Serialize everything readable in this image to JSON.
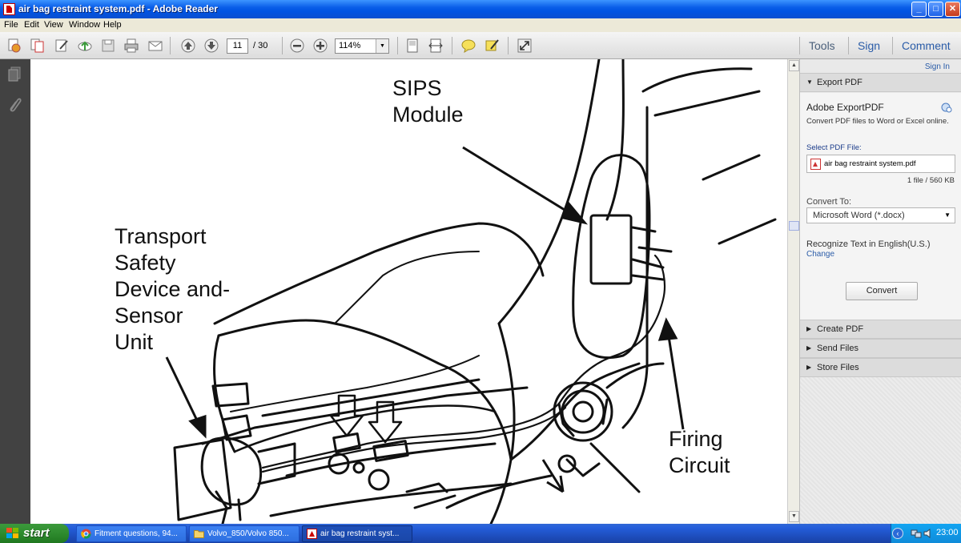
{
  "window": {
    "title": "air bag restraint system.pdf - Adobe Reader",
    "controls": {
      "minimize": "_",
      "maximize": "□",
      "close": "✕"
    }
  },
  "menu": [
    "File",
    "Edit",
    "View",
    "Window",
    "Help"
  ],
  "toolbar": {
    "page_current": "11",
    "page_total": "/ 30",
    "zoom": "114%",
    "tools_label": "Tools",
    "sign_label": "Sign",
    "comment_label": "Comment"
  },
  "document": {
    "labels": {
      "sips": "SIPS\nModule",
      "transport": "Transport\nSafety\nDevice and-\nSensor\nUnit",
      "firing": "Firing\nCircuit"
    }
  },
  "right_pane": {
    "sign_in": "Sign In",
    "export_header": "Export PDF",
    "export_title": "Adobe ExportPDF",
    "export_desc": "Convert PDF files to Word or Excel online.",
    "select_label": "Select PDF File:",
    "file_name": "air bag restraint system.pdf",
    "file_info": "1 file / 560 KB",
    "convert_to_label": "Convert To:",
    "convert_to_value": "Microsoft Word (*.docx)",
    "recognize_text": "Recognize Text in English(U.S.)",
    "change_link": "Change",
    "convert_button": "Convert",
    "sections": [
      "Create PDF",
      "Send Files",
      "Store Files"
    ]
  },
  "taskbar": {
    "start": "start",
    "tasks": [
      "Fitment questions, 94...",
      "Volvo_850/Volvo 850...",
      "air bag restraint syst..."
    ],
    "clock": "23:00"
  }
}
